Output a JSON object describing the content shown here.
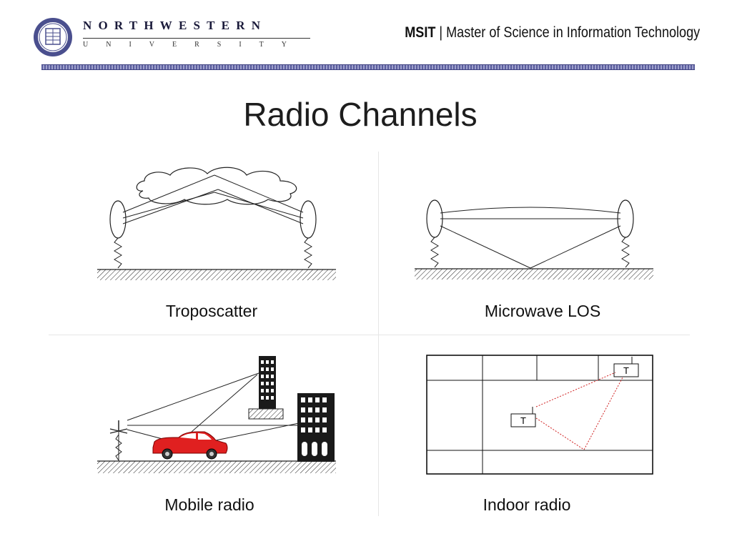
{
  "header": {
    "university_name": "NORTHWESTERN",
    "university_sub": "UNIVERSITY",
    "program_abbr": "MSIT",
    "program_separator": "|",
    "program_name": "Master of Science in Information Technology",
    "seal_icon": "university-seal-icon"
  },
  "slide": {
    "title": "Radio Channels"
  },
  "panels": [
    {
      "caption": "Troposcatter",
      "icon": "troposcatter-diagram"
    },
    {
      "caption": "Microwave LOS",
      "icon": "microwave-los-diagram"
    },
    {
      "caption": "Mobile radio",
      "icon": "mobile-radio-diagram"
    },
    {
      "caption": "Indoor radio",
      "icon": "indoor-radio-diagram",
      "labels": [
        "T",
        "T"
      ]
    }
  ],
  "colors": {
    "divider": "#5b5e9e",
    "car": "#e02020",
    "indoor_path": "#d02020"
  }
}
